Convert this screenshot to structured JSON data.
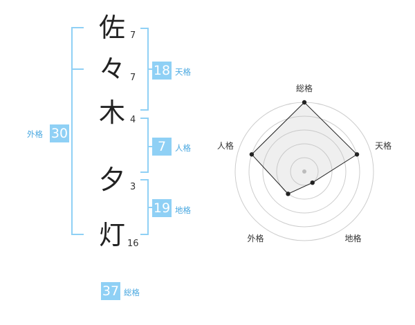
{
  "name": {
    "chars": [
      {
        "char": "佐",
        "strokes": "7"
      },
      {
        "char": "々",
        "strokes": "7"
      },
      {
        "char": "木",
        "strokes": "4"
      },
      {
        "char": "夕",
        "strokes": "3"
      },
      {
        "char": "灯",
        "strokes": "16"
      }
    ]
  },
  "kaku": {
    "tenkaku": {
      "value": "18",
      "label": "天格"
    },
    "jinkaku": {
      "value": "7",
      "label": "人格"
    },
    "chikaku": {
      "value": "19",
      "label": "地格"
    },
    "gaikaku": {
      "value": "30",
      "label": "外格"
    },
    "soukaku": {
      "value": "37",
      "label": "総格"
    }
  },
  "colors": {
    "accent": "#8fd0f5",
    "label": "#4aa8e0",
    "bracket": "#8fd0f5"
  },
  "chart_data": {
    "type": "radar",
    "axes": [
      "総格",
      "天格",
      "地格",
      "外格",
      "人格"
    ],
    "max": 5,
    "values": [
      5,
      4,
      1,
      2,
      4
    ]
  }
}
